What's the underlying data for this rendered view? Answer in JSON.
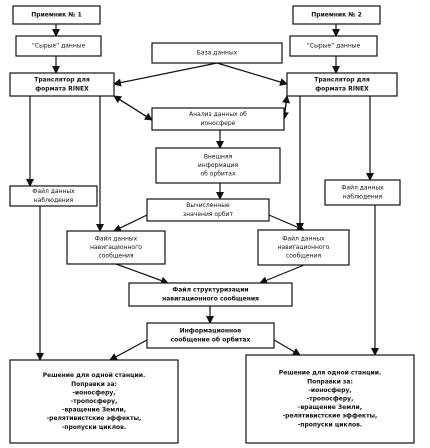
{
  "nodes": {
    "receiver1": [
      "Приемник № 1"
    ],
    "receiver2": [
      "Приемник № 2"
    ],
    "raw1": [
      "“Сырые” данные"
    ],
    "raw2": [
      "“Сырые” данные"
    ],
    "database": [
      "База данных"
    ],
    "translator1": [
      "Транслятор для",
      "формата RINEX"
    ],
    "translator2": [
      "Транслятор для",
      "формата RINEX"
    ],
    "ionosphere": [
      "Анализ данных об",
      "ионосфере"
    ],
    "external_orbit": [
      "Внешняя",
      "информация",
      "об орбитах"
    ],
    "obs_file1": [
      "Файл данных",
      "наблюдения"
    ],
    "obs_file2": [
      "Файл данных",
      "наблюдения"
    ],
    "computed_orbit": [
      "Вычисленные",
      "значения орбит"
    ],
    "nav_file1": [
      "Файл данных",
      "навигационного",
      "сообщения"
    ],
    "nav_file2": [
      "Файл данных",
      "навигационного",
      "сообщения"
    ],
    "structuring": [
      "Файл структуризации",
      "навигационного сообщения"
    ],
    "orbit_info": [
      "Информационное",
      "сообщение об орбитах"
    ],
    "solution1": [
      "Решение для одной станции.",
      "Поправки за:",
      "-ионосферу,",
      "-тропосферу,",
      "-вращение Земли,",
      "-релятивистские эффекты,",
      "-пропуски циклов."
    ],
    "solution2": [
      "Решение для одной станции.",
      "Поправки за:",
      "-ионосферу,",
      "-тропосферу,",
      "-вращение Земли,",
      "-релятивистские эффекты,",
      "-пропуски циклов."
    ]
  },
  "bold_nodes": [
    "receiver1",
    "receiver2",
    "solution1",
    "solution2",
    "structuring",
    "orbit_info",
    "translator1",
    "translator2"
  ]
}
